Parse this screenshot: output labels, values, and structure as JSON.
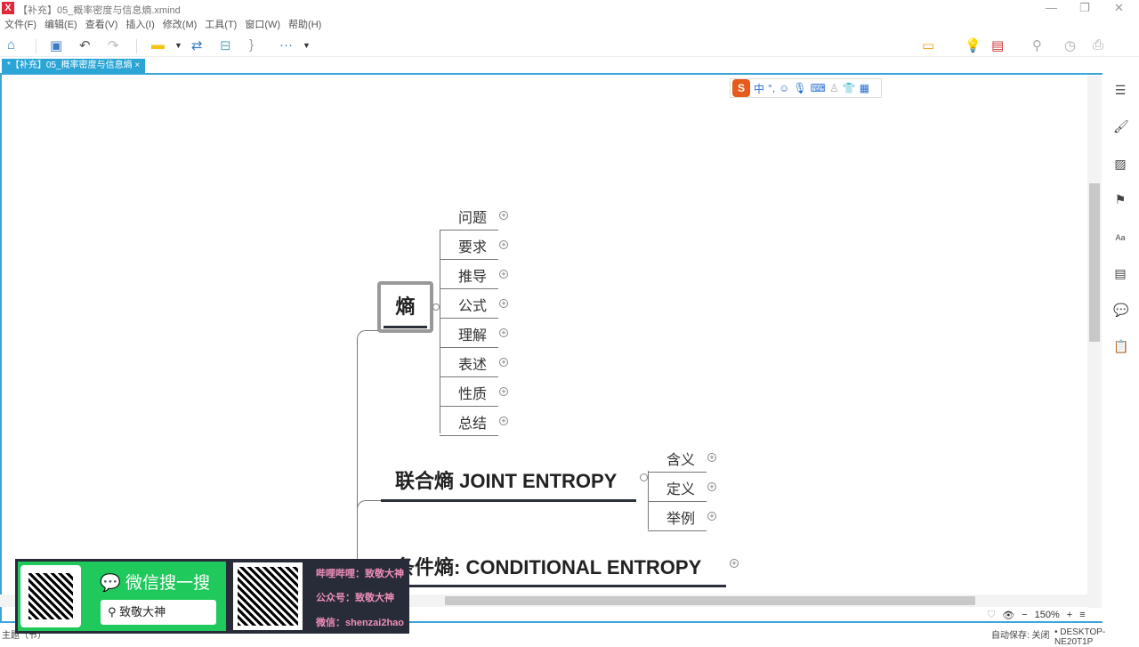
{
  "window": {
    "title": "【补充】05_概率密度与信息熵.xmind",
    "logo": "X"
  },
  "menu": [
    "文件(F)",
    "编辑(E)",
    "查看(V)",
    "插入(I)",
    "修改(M)",
    "工具(T)",
    "窗口(W)",
    "帮助(H)"
  ],
  "tab": {
    "label": "*【补充】05_概率密度与信息熵",
    "close": "×"
  },
  "ime": {
    "logo": "S",
    "mode": "中",
    "punct": "°,"
  },
  "mindmap": {
    "central": "熵",
    "central_children": [
      "问题",
      "要求",
      "推导",
      "公式",
      "理解",
      "表述",
      "性质",
      "总结"
    ],
    "joint": {
      "title": "联合熵 JOINT ENTROPY",
      "children": [
        "含义",
        "定义",
        "举例"
      ]
    },
    "conditional": {
      "title": "条件熵: CONDITIONAL ENTROPY"
    }
  },
  "zoom": {
    "level": "150%",
    "minus": "−",
    "plus": "+"
  },
  "status": {
    "left": "主题（节）",
    "autosave": "自动保存: 关闭",
    "computer": "DESKTOP-NE20T1P"
  },
  "ad": {
    "wechat_search": "微信搜一搜",
    "search_value": "致敬大神",
    "bilibili": "哔哩哔哩：致敬大神",
    "gongzhonghao": "公众号：致敬大神",
    "weixin": "微信：shenzai2hao"
  },
  "colors": {
    "accent": "#2aa5d6",
    "wechat_green": "#1fc95b",
    "ad_bg": "#272c38"
  }
}
